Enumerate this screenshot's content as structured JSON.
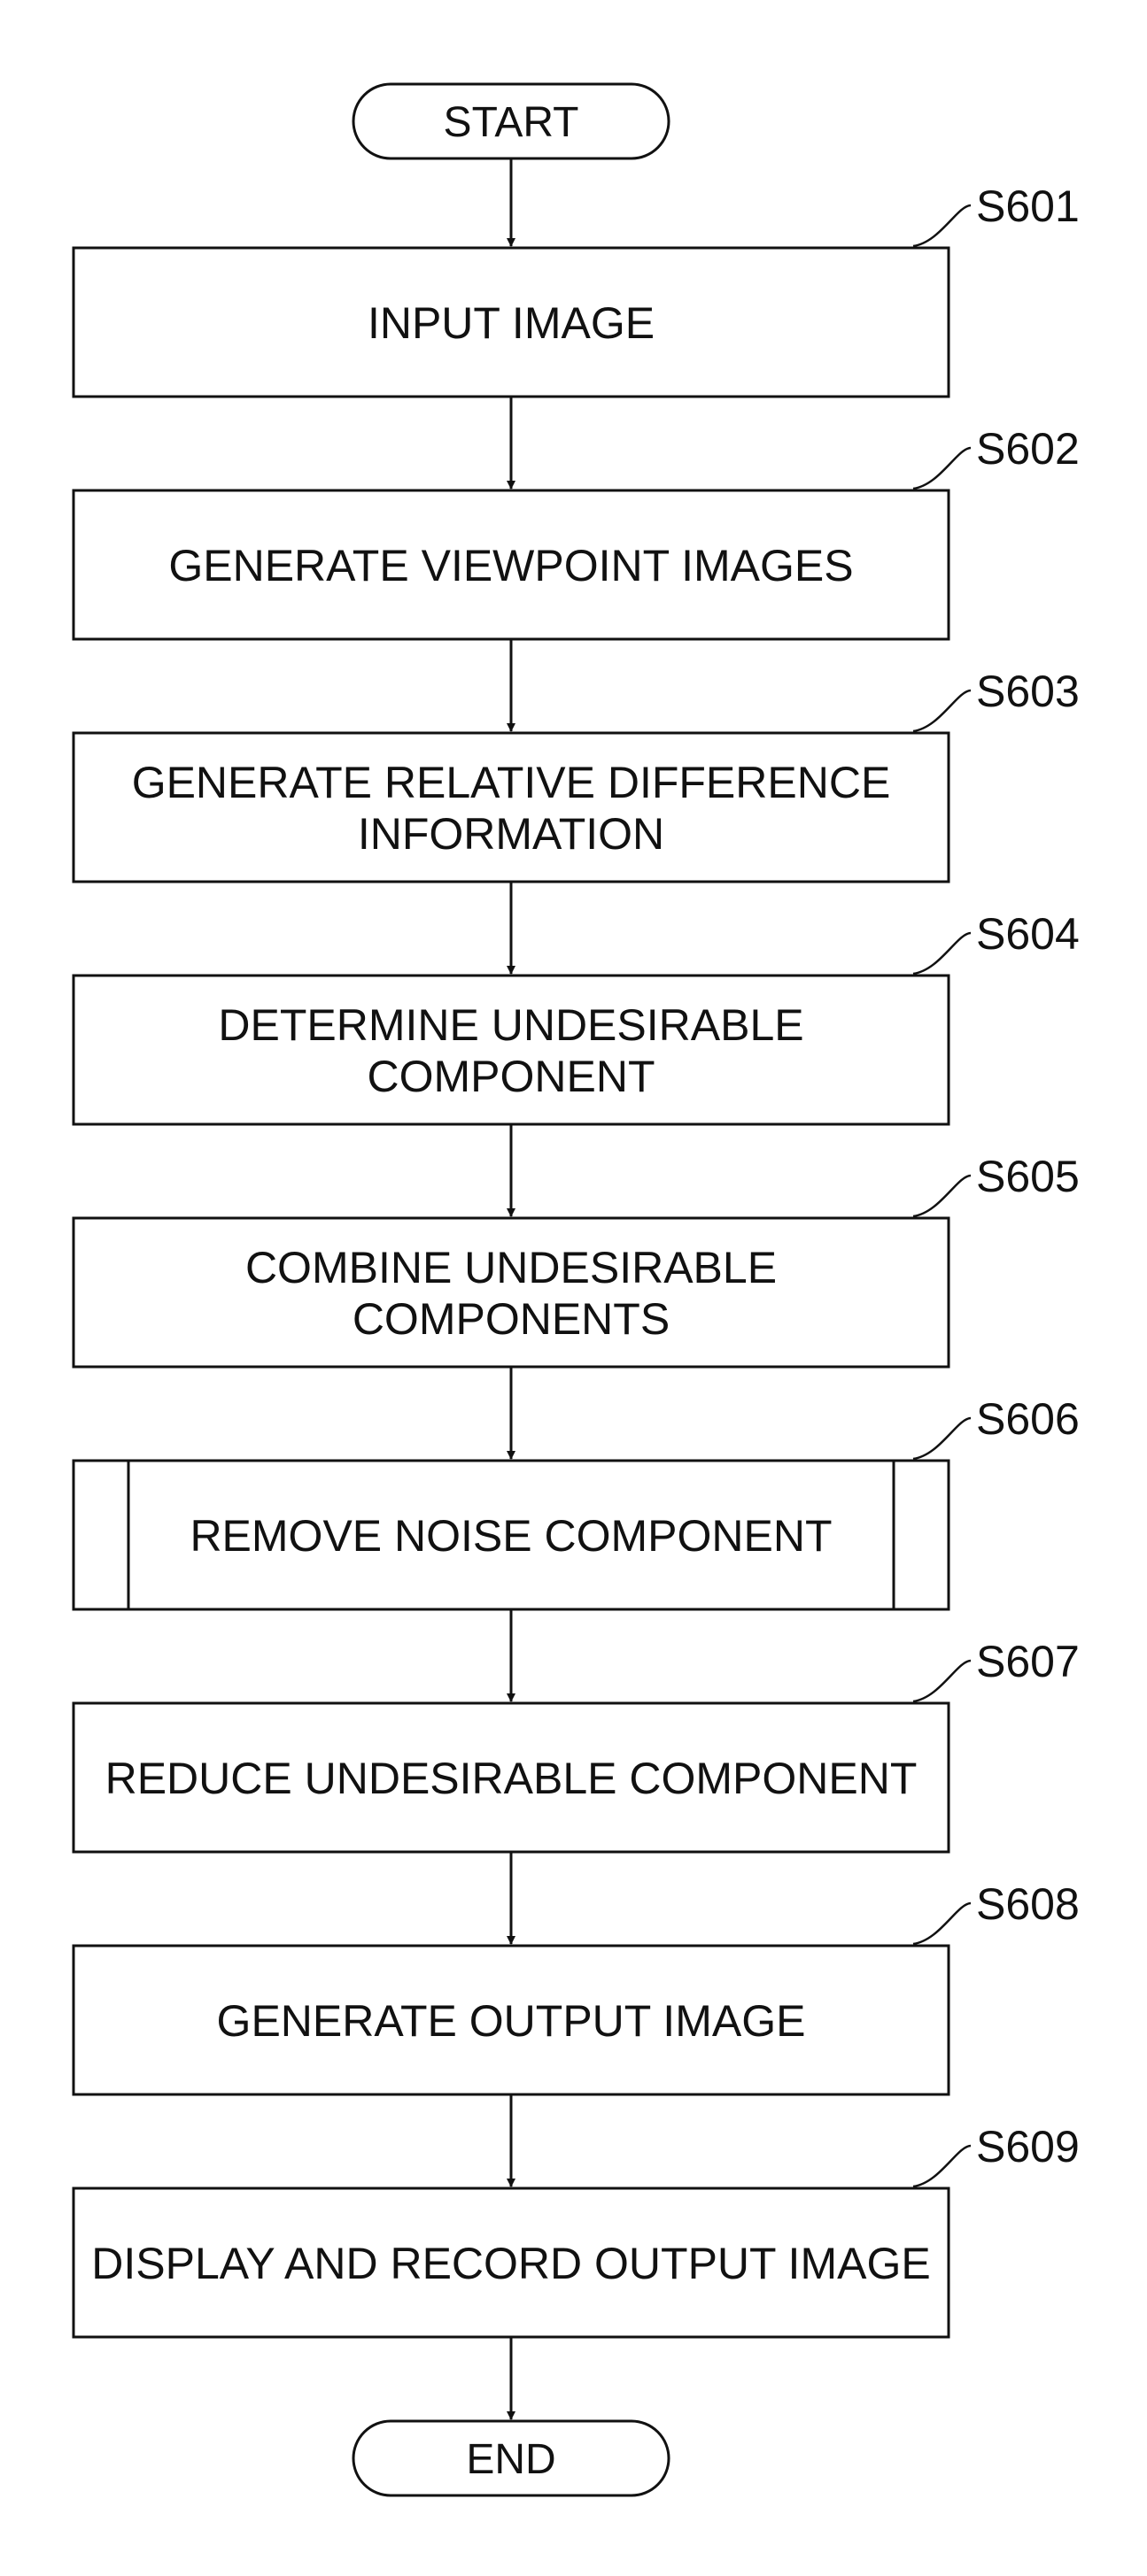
{
  "start": {
    "label": "START"
  },
  "end": {
    "label": "END"
  },
  "steps": [
    {
      "id": "S601",
      "lines": [
        "INPUT IMAGE"
      ],
      "predefined": false
    },
    {
      "id": "S602",
      "lines": [
        "GENERATE VIEWPOINT IMAGES"
      ],
      "predefined": false
    },
    {
      "id": "S603",
      "lines": [
        "GENERATE RELATIVE DIFFERENCE",
        "INFORMATION"
      ],
      "predefined": false
    },
    {
      "id": "S604",
      "lines": [
        "DETERMINE UNDESIRABLE",
        "COMPONENT"
      ],
      "predefined": false
    },
    {
      "id": "S605",
      "lines": [
        "COMBINE UNDESIRABLE",
        "COMPONENTS"
      ],
      "predefined": false
    },
    {
      "id": "S606",
      "lines": [
        "REMOVE NOISE COMPONENT"
      ],
      "predefined": true
    },
    {
      "id": "S607",
      "lines": [
        "REDUCE UNDESIRABLE COMPONENT"
      ],
      "predefined": false
    },
    {
      "id": "S608",
      "lines": [
        "GENERATE OUTPUT IMAGE"
      ],
      "predefined": false
    },
    {
      "id": "S609",
      "lines": [
        "DISPLAY AND RECORD OUTPUT IMAGE"
      ],
      "predefined": false
    }
  ]
}
